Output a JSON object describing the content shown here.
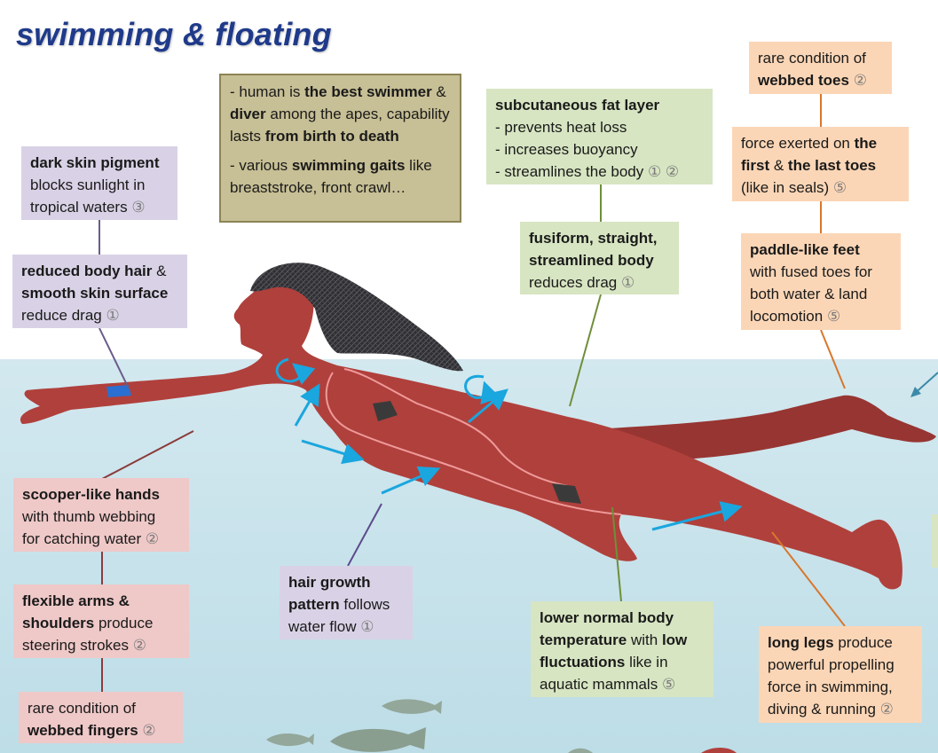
{
  "title": "swimming & floating",
  "boxes": {
    "dark_skin": [
      [
        {
          "t": "dark skin pigment",
          "b": true
        }
      ],
      [
        {
          "t": "blocks sunlight in"
        }
      ],
      [
        {
          "t": "tropical waters "
        },
        {
          "t": "③",
          "ref": true
        }
      ]
    ],
    "body_hair": [
      [
        {
          "t": "reduced body hair",
          "b": true
        },
        {
          "t": " &"
        }
      ],
      [
        {
          "t": "smooth skin surface",
          "b": true
        }
      ],
      [
        {
          "t": "reduce drag "
        },
        {
          "t": "①",
          "ref": true
        }
      ]
    ],
    "best_swimmer": [
      [
        {
          "t": "- human is "
        },
        {
          "t": "the best swimmer",
          "b": true
        },
        {
          "t": " & "
        },
        {
          "t": "diver",
          "b": true
        },
        {
          "t": " among the apes, capability lasts "
        },
        {
          "t": "from birth to death",
          "b": true
        }
      ],
      [
        {
          "t": "- various "
        },
        {
          "t": "swimming gaits",
          "b": true
        },
        {
          "t": " like breaststroke, front crawl…"
        }
      ]
    ],
    "subcutaneous_fat": [
      [
        {
          "t": "subcutaneous fat layer",
          "b": true
        }
      ],
      [
        {
          "t": "- prevents heat loss"
        }
      ],
      [
        {
          "t": "- increases buoyancy"
        }
      ],
      [
        {
          "t": "- streamlines the body "
        },
        {
          "t": "① ②",
          "ref": true
        }
      ]
    ],
    "fusiform": [
      [
        {
          "t": "fusiform, straight,",
          "b": true
        }
      ],
      [
        {
          "t": "streamlined body",
          "b": true
        }
      ],
      [
        {
          "t": "reduces drag "
        },
        {
          "t": "①",
          "ref": true
        }
      ]
    ],
    "webbed_toes": [
      [
        {
          "t": "rare condition of"
        }
      ],
      [
        {
          "t": "webbed toes",
          "b": true
        },
        {
          "t": " "
        },
        {
          "t": "②",
          "ref": true
        }
      ]
    ],
    "force_toes": [
      [
        {
          "t": "force exerted on "
        },
        {
          "t": "the",
          "b": true
        }
      ],
      [
        {
          "t": "first",
          "b": true
        },
        {
          "t": " & "
        },
        {
          "t": "the last toes",
          "b": true
        }
      ],
      [
        {
          "t": "(like in seals) "
        },
        {
          "t": "⑤",
          "ref": true
        }
      ]
    ],
    "paddle_feet": [
      [
        {
          "t": "paddle-like feet",
          "b": true
        }
      ],
      [
        {
          "t": "with fused toes for"
        }
      ],
      [
        {
          "t": "both water & land"
        }
      ],
      [
        {
          "t": "locomotion "
        },
        {
          "t": "⑤",
          "ref": true
        }
      ]
    ],
    "scooper_hands": [
      [
        {
          "t": "scooper-like hands",
          "b": true
        }
      ],
      [
        {
          "t": "with thumb webbing"
        }
      ],
      [
        {
          "t": "for catching water "
        },
        {
          "t": "②",
          "ref": true
        }
      ]
    ],
    "flexible_arms": [
      [
        {
          "t": "flexible arms &",
          "b": true
        }
      ],
      [
        {
          "t": "shoulders",
          "b": true
        },
        {
          "t": " produce"
        }
      ],
      [
        {
          "t": "steering strokes "
        },
        {
          "t": "②",
          "ref": true
        }
      ]
    ],
    "webbed_fingers": [
      [
        {
          "t": "rare condition of"
        }
      ],
      [
        {
          "t": "webbed fingers",
          "b": true
        },
        {
          "t": " "
        },
        {
          "t": "②",
          "ref": true
        }
      ]
    ],
    "hair_growth": [
      [
        {
          "t": "hair growth",
          "b": true
        }
      ],
      [
        {
          "t": "pattern",
          "b": true
        },
        {
          "t": " follows"
        }
      ],
      [
        {
          "t": "water flow "
        },
        {
          "t": "①",
          "ref": true
        }
      ]
    ],
    "body_temp": [
      [
        {
          "t": "lower normal body",
          "b": true
        }
      ],
      [
        {
          "t": "temperature",
          "b": true
        },
        {
          "t": " with "
        },
        {
          "t": "low",
          "b": true
        }
      ],
      [
        {
          "t": "fluctuations",
          "b": true
        },
        {
          "t": " like in"
        }
      ],
      [
        {
          "t": "aquatic mammals "
        },
        {
          "t": "⑤",
          "ref": true
        }
      ]
    ],
    "long_legs": [
      [
        {
          "t": "long legs",
          "b": true
        },
        {
          "t": " produce"
        }
      ],
      [
        {
          "t": "powerful propelling"
        }
      ],
      [
        {
          "t": "force in swimming,"
        }
      ],
      [
        {
          "t": "diving & running "
        },
        {
          "t": "②",
          "ref": true
        }
      ]
    ]
  },
  "colors": {
    "title": "#1f3a8a",
    "water_top": "#cfe6ee",
    "water_bottom": "#b9dbe6",
    "body": "#b0403c",
    "hair": "#2f2f33",
    "arrow": "#1aa6de",
    "purple_box": "#d9d2e6",
    "green_box": "#d7e5c2",
    "orange_box": "#fbd6b6",
    "pink_box": "#efc8c8",
    "tan_box": "#c7bf95"
  }
}
